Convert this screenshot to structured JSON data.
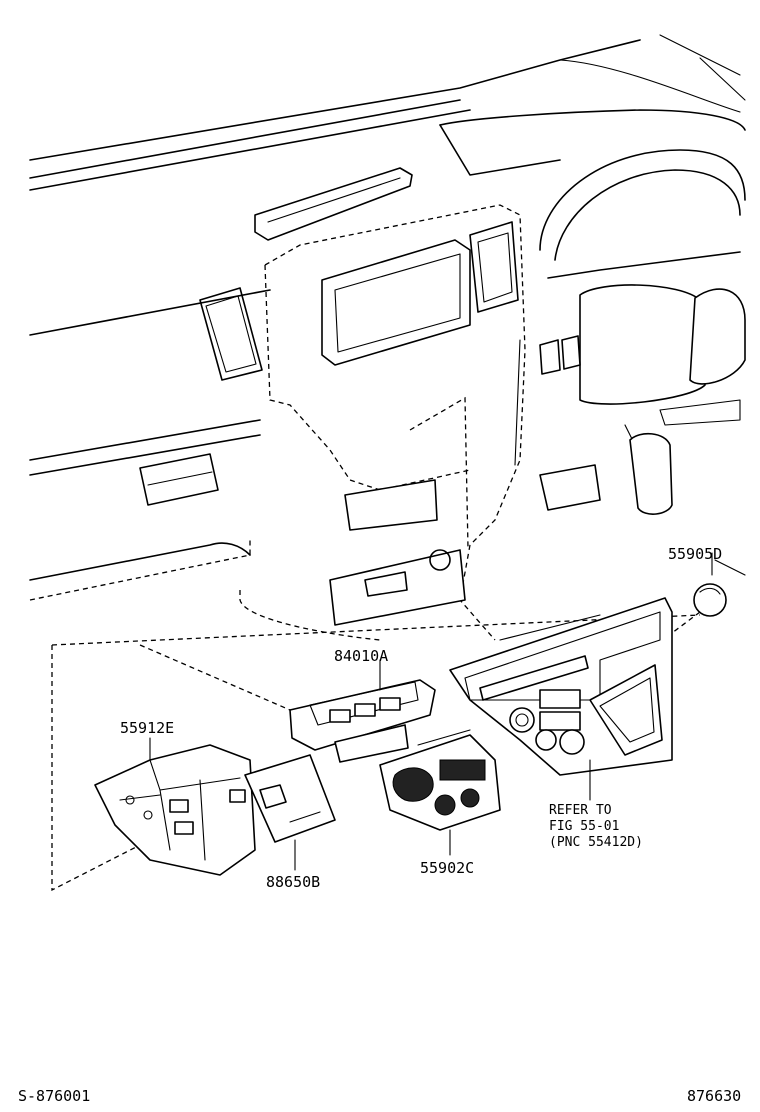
{
  "parts": {
    "p55905": "55905D",
    "p84010": "84010A",
    "p55912": "55912E",
    "p88650": "88650B",
    "p55902": "55902C"
  },
  "reference_note": {
    "line1": "REFER TO",
    "line2": "FIG 55-01",
    "line3": "(PNC 55412D)"
  },
  "footer": {
    "left_code": "S-876001",
    "right_code": "876630"
  }
}
